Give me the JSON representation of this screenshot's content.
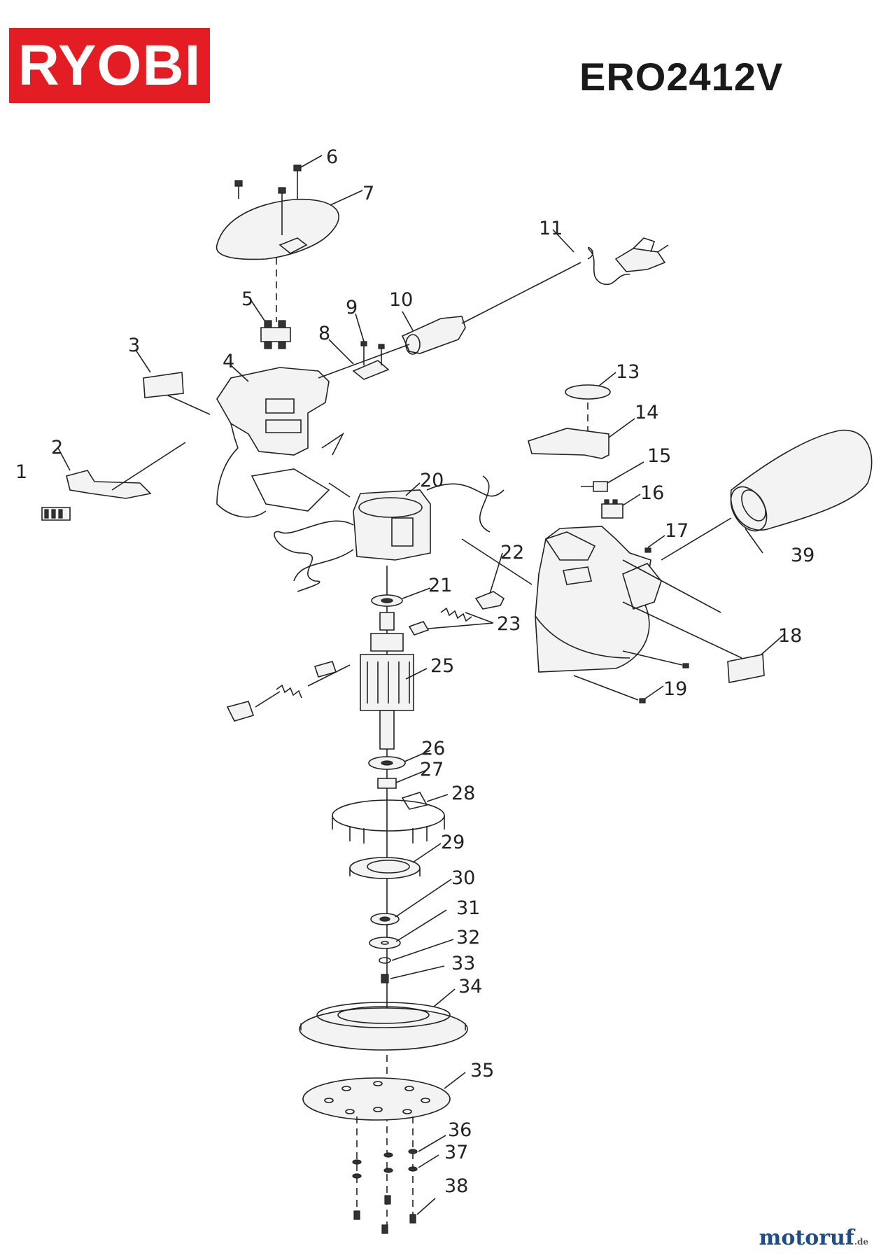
{
  "brand": {
    "logo_text": "RYOBI",
    "logo_color": "#e31d23"
  },
  "model": "ERO2412V",
  "watermark": {
    "name": "motoruf",
    "suffix": ".de"
  },
  "parts": [
    "1",
    "2",
    "3",
    "4",
    "5",
    "6",
    "7",
    "8",
    "9",
    "10",
    "11",
    "13",
    "14",
    "15",
    "16",
    "17",
    "18",
    "19",
    "20",
    "21",
    "22",
    "23",
    "25",
    "26",
    "27",
    "28",
    "29",
    "30",
    "31",
    "32",
    "33",
    "34",
    "35",
    "36",
    "37",
    "38",
    "39"
  ]
}
